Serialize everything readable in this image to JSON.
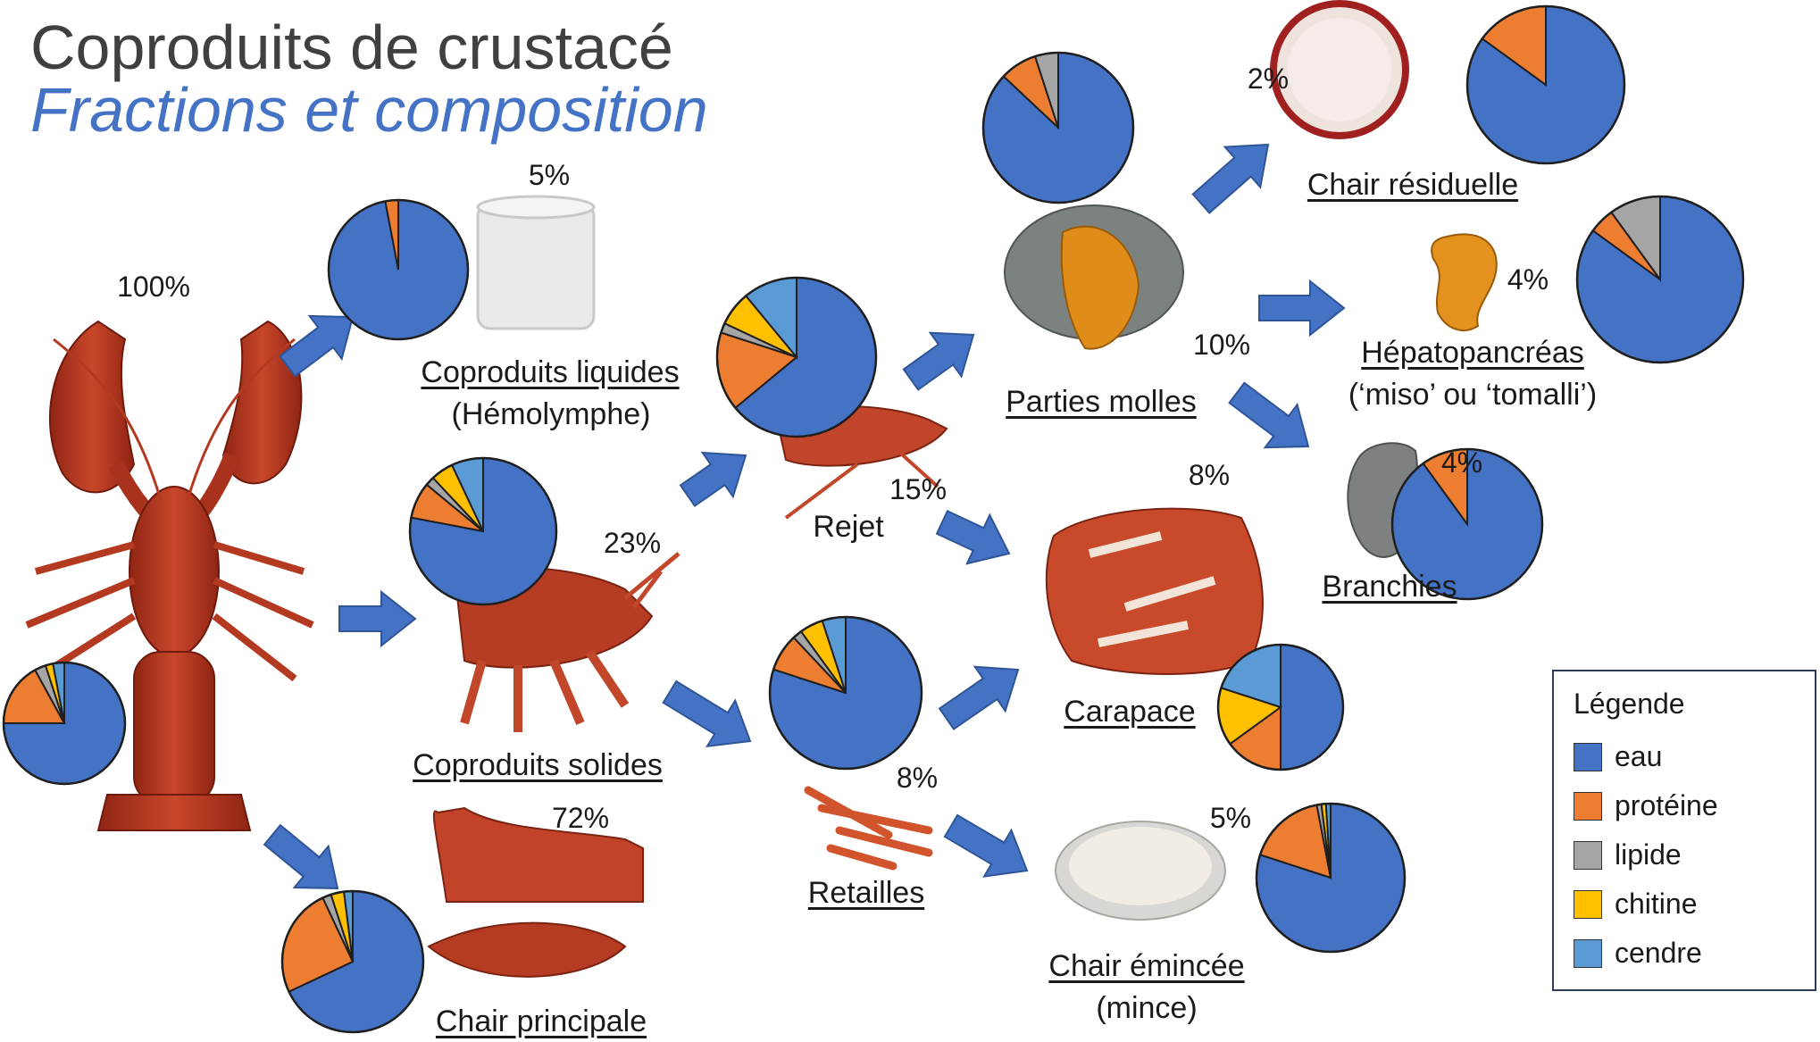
{
  "title": "Coproduits de crustacé",
  "subtitle": "Fractions et composition",
  "colors": {
    "eau": "#4472c4",
    "proteine": "#ed7d31",
    "lipide": "#a5a5a5",
    "chitine": "#ffc000",
    "cendre": "#5b9bd5"
  },
  "legend": {
    "title": "Légende",
    "items": [
      {
        "label": "eau",
        "color": "#4472c4"
      },
      {
        "label": "protéine",
        "color": "#ed7d31"
      },
      {
        "label": "lipide",
        "color": "#a5a5a5"
      },
      {
        "label": "chitine",
        "color": "#ffc000"
      },
      {
        "label": "cendre",
        "color": "#5b9bd5"
      }
    ]
  },
  "nodes": {
    "homard": {
      "percent": "100%"
    },
    "coproduits_liquides": {
      "label": "Coproduits liquides",
      "sublabel": "(Hémolymphe)",
      "percent": "5%"
    },
    "coproduits_solides": {
      "label": "Coproduits solides",
      "percent": "23%"
    },
    "chair_principale": {
      "label": "Chair principale",
      "percent": "72%"
    },
    "rejet": {
      "label": "Rejet",
      "percent": "15%"
    },
    "retailles": {
      "label": "Retailles",
      "percent": "8%"
    },
    "parties_molles": {
      "label": "Parties molles",
      "percent": "10%"
    },
    "carapace": {
      "label": "Carapace",
      "percent": "8%"
    },
    "chair_emincee": {
      "label": "Chair émincée",
      "sublabel": "(mince)",
      "percent": "5%"
    },
    "chair_residuelle": {
      "label": "Chair résiduelle",
      "percent": "2%"
    },
    "hepatopancreas": {
      "label": "Hépatopancréas",
      "sublabel": "(‘miso’ ou ‘tomalli’)",
      "percent": "4%"
    },
    "branchies": {
      "label": "Branchies",
      "percent": "4%"
    }
  },
  "chart_data": [
    {
      "type": "pie",
      "name": "homard",
      "categories": [
        "eau",
        "protéine",
        "lipide",
        "chitine",
        "cendre"
      ],
      "values": [
        75,
        17,
        3,
        2,
        3
      ]
    },
    {
      "type": "pie",
      "name": "coproduits_liquides",
      "categories": [
        "eau",
        "protéine",
        "lipide",
        "chitine",
        "cendre"
      ],
      "values": [
        97,
        3,
        0,
        0,
        0
      ]
    },
    {
      "type": "pie",
      "name": "coproduits_solides",
      "categories": [
        "eau",
        "protéine",
        "lipide",
        "chitine",
        "cendre"
      ],
      "values": [
        78,
        8,
        2,
        5,
        7
      ]
    },
    {
      "type": "pie",
      "name": "chair_principale",
      "categories": [
        "eau",
        "protéine",
        "lipide",
        "chitine",
        "cendre"
      ],
      "values": [
        68,
        25,
        2,
        3,
        2
      ]
    },
    {
      "type": "pie",
      "name": "rejet",
      "categories": [
        "eau",
        "protéine",
        "lipide",
        "chitine",
        "cendre"
      ],
      "values": [
        64,
        16,
        2,
        7,
        11
      ]
    },
    {
      "type": "pie",
      "name": "retailles",
      "categories": [
        "eau",
        "protéine",
        "lipide",
        "chitine",
        "cendre"
      ],
      "values": [
        80,
        8,
        2,
        5,
        5
      ]
    },
    {
      "type": "pie",
      "name": "parties_molles",
      "categories": [
        "eau",
        "protéine",
        "lipide",
        "chitine",
        "cendre"
      ],
      "values": [
        87,
        8,
        5,
        0,
        0
      ]
    },
    {
      "type": "pie",
      "name": "carapace",
      "categories": [
        "eau",
        "protéine",
        "lipide",
        "chitine",
        "cendre"
      ],
      "values": [
        50,
        15,
        0,
        15,
        20
      ]
    },
    {
      "type": "pie",
      "name": "chair_emincee",
      "categories": [
        "eau",
        "protéine",
        "lipide",
        "chitine",
        "cendre"
      ],
      "values": [
        80,
        17,
        1,
        1,
        1
      ]
    },
    {
      "type": "pie",
      "name": "chair_residuelle",
      "categories": [
        "eau",
        "protéine",
        "lipide",
        "chitine",
        "cendre"
      ],
      "values": [
        85,
        15,
        0,
        0,
        0
      ]
    },
    {
      "type": "pie",
      "name": "hepatopancreas",
      "categories": [
        "eau",
        "protéine",
        "lipide",
        "chitine",
        "cendre"
      ],
      "values": [
        85,
        5,
        10,
        0,
        0
      ]
    },
    {
      "type": "pie",
      "name": "branchies",
      "categories": [
        "eau",
        "protéine",
        "lipide",
        "chitine",
        "cendre"
      ],
      "values": [
        90,
        10,
        0,
        0,
        0
      ]
    }
  ]
}
